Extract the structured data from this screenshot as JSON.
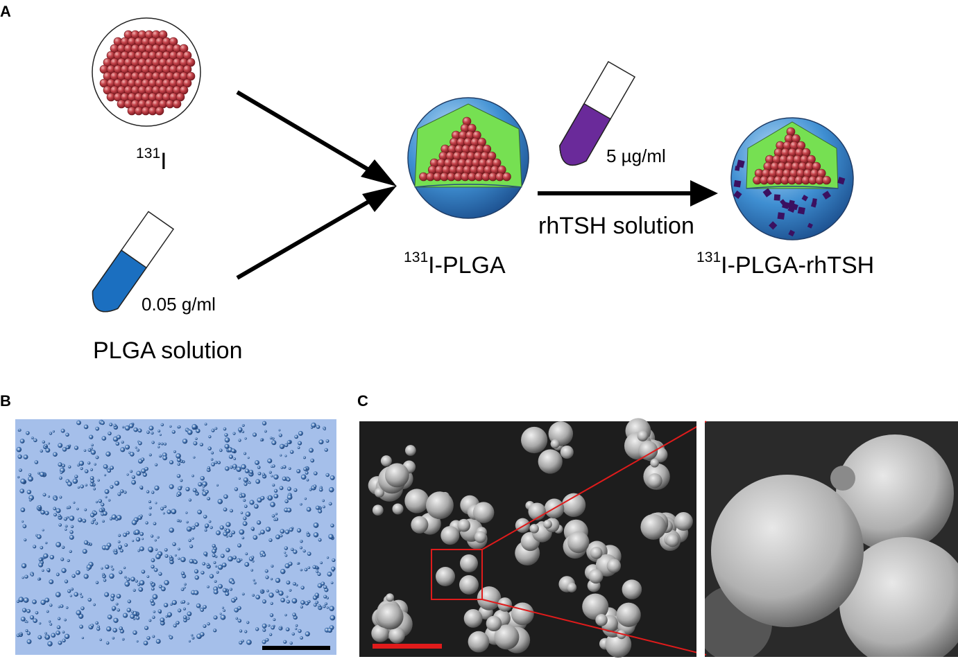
{
  "panels": {
    "a": "A",
    "b": "B",
    "c": "C"
  },
  "labels": {
    "iodine": {
      "sup": "131",
      "text": "I"
    },
    "plga_conc": "0.05 g/ml",
    "plga_solution": "PLGA solution",
    "plga_product": {
      "sup": "131",
      "text": "I-PLGA"
    },
    "rhtsh_conc": "5 µg/ml",
    "rhtsh_solution": "rhTSH solution",
    "final_product": {
      "sup": "131",
      "text": "I-PLGA-rhTSH"
    }
  },
  "colors": {
    "bead": "#b3323a",
    "sphere": "#3f8fd2",
    "core": "#76e052",
    "plga_tube": "#1b6fc0",
    "rhtsh_tube": "#6a2a9a",
    "cargo": "#3b1060",
    "optical_bg": "#9bb7e6",
    "sem_bg": "#1d1d1d",
    "zoom_lines": "#e01b1b",
    "scale_bar_b": "#000000",
    "scale_bar_c": "#e01b1b"
  }
}
